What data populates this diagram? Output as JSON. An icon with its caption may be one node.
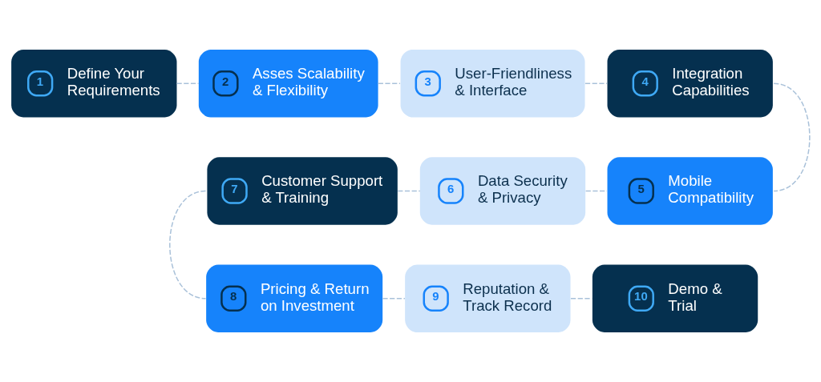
{
  "diagram": {
    "nodes": [
      {
        "text": [
          "1",
          "Define Your Requirements"
        ]
      },
      {
        "text": [
          "2",
          "Asses Scalability & Flexibility"
        ]
      },
      {
        "text": [
          "3",
          "User-Friendliness & Interface"
        ]
      },
      {
        "text": [
          "4",
          "Integration Capabilities"
        ]
      },
      {
        "text": [
          "5",
          "Mobile Compatibility"
        ]
      },
      {
        "text": [
          "6",
          "Data Security & Privacy"
        ]
      },
      {
        "text": [
          "7",
          "Customer Support & Training"
        ]
      },
      {
        "text": [
          "8",
          "Pricing & Return on Investment"
        ]
      },
      {
        "text": [
          "9",
          "Reputation & Track Record"
        ]
      },
      {
        "text": [
          "10",
          "Demo & Trial"
        ]
      }
    ],
    "edges": [
      {
        "from": 0,
        "to": 1,
        "arrow": "none",
        "style": "dashed"
      },
      {
        "from": 1,
        "to": 2,
        "arrow": "none",
        "style": "dashed"
      },
      {
        "from": 2,
        "to": 3,
        "arrow": "none",
        "style": "dashed"
      },
      {
        "from": 3,
        "to": 4,
        "arrow": "none",
        "style": "dashed"
      },
      {
        "from": 4,
        "to": 5,
        "arrow": "none",
        "style": "dashed"
      },
      {
        "from": 5,
        "to": 6,
        "arrow": "none",
        "style": "dashed"
      },
      {
        "from": 6,
        "to": 7,
        "arrow": "none",
        "style": "dashed"
      },
      {
        "from": 7,
        "to": 8,
        "arrow": "none",
        "style": "dashed"
      },
      {
        "from": 8,
        "to": 9,
        "arrow": "none",
        "style": "dashed"
      }
    ]
  }
}
